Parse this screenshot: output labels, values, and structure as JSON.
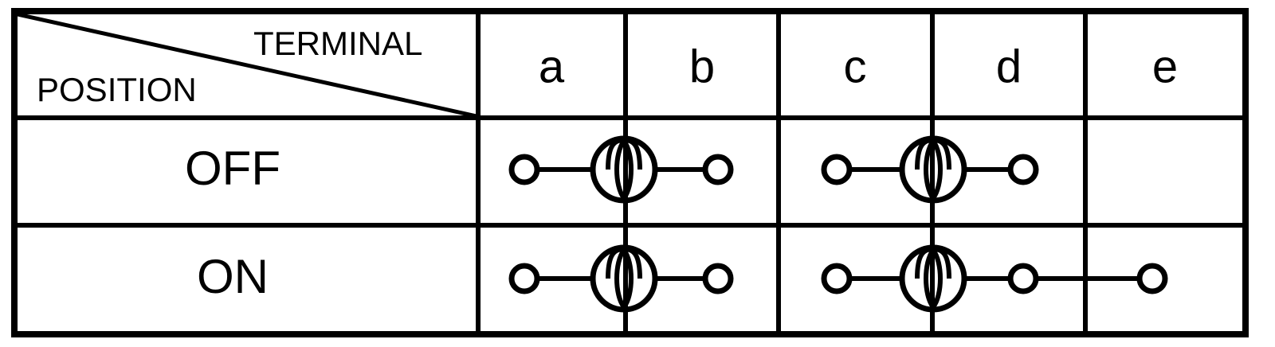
{
  "table": {
    "corner": {
      "top_right_label": "TERMINAL",
      "bottom_left_label": "POSITION",
      "divider": "diagonal"
    },
    "column_headers": [
      "a",
      "b",
      "c",
      "d",
      "e"
    ],
    "row_labels": [
      "OFF",
      "ON"
    ],
    "colors": {
      "line": "#000000",
      "background": "#ffffff"
    },
    "rows": [
      {
        "label": "OFF",
        "cells": [
          {
            "column": "a",
            "content": "terminal-circle-with-lead"
          },
          {
            "column": "b",
            "content": "lamp-symbol-and-terminal-circle"
          },
          {
            "column": "c",
            "content": "terminal-circle-with-lead"
          },
          {
            "column": "d",
            "content": "lamp-symbol-and-terminal-circle"
          },
          {
            "column": "e",
            "content": "empty"
          }
        ]
      },
      {
        "label": "ON",
        "cells": [
          {
            "column": "a",
            "content": "terminal-circle-with-lead"
          },
          {
            "column": "b",
            "content": "lamp-symbol-and-terminal-circle"
          },
          {
            "column": "c",
            "content": "terminal-circle-with-lead"
          },
          {
            "column": "d",
            "content": "lamp-symbol-and-terminal-circle-connected-to-e"
          },
          {
            "column": "e",
            "content": "terminal-circle-connected"
          }
        ]
      }
    ]
  }
}
